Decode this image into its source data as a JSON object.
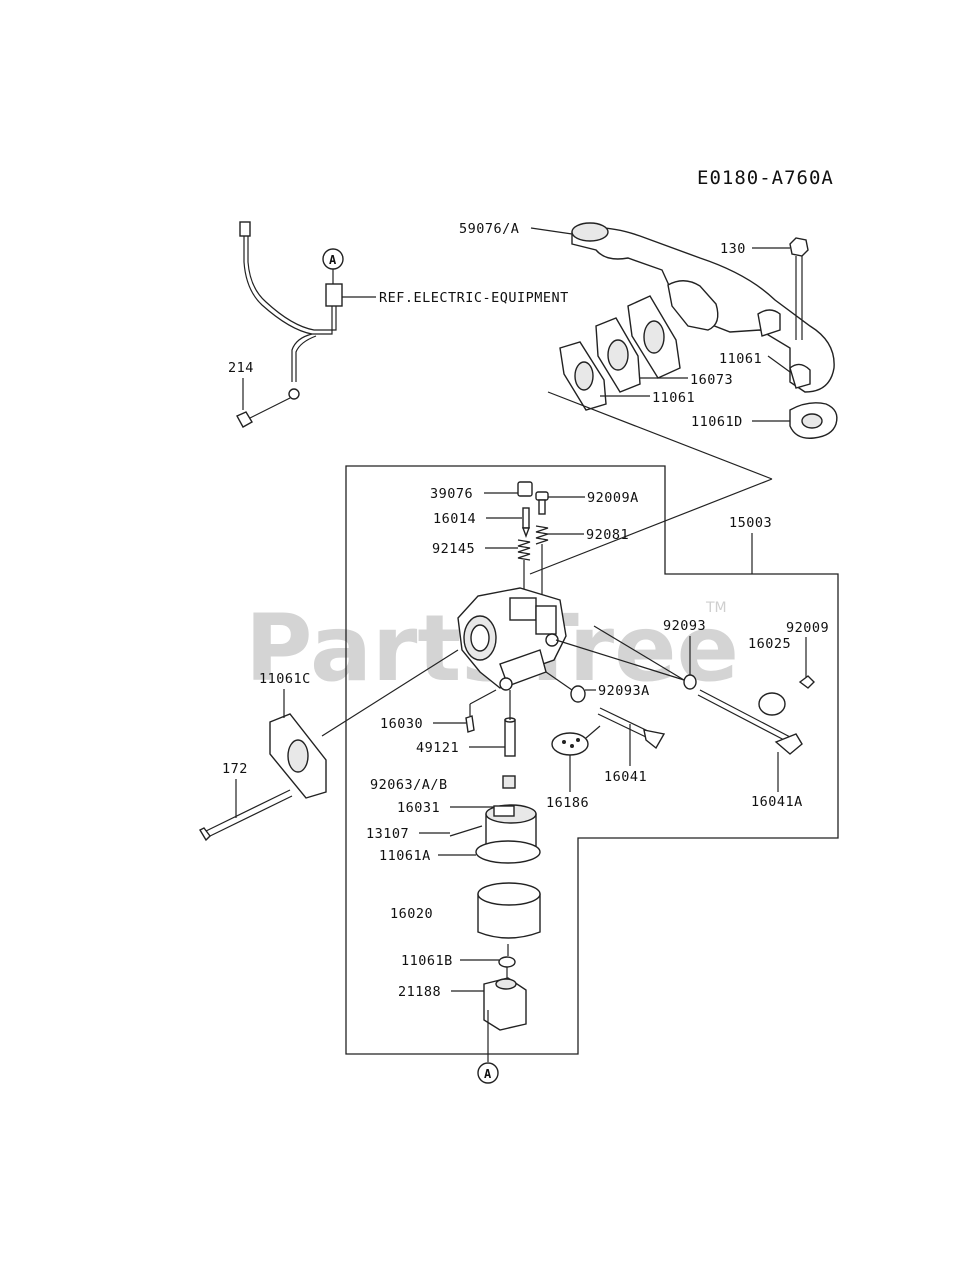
{
  "diagram_code": "E0180-A760A",
  "watermark": {
    "text": "PartsTree",
    "tm": "TM"
  },
  "reference": {
    "marker": "A",
    "note": "REF.ELECTRIC-EQUIPMENT"
  },
  "parts": {
    "p59076": "59076/A",
    "p130": "130",
    "p11061_manifold": "11061",
    "p16073": "16073",
    "p11061_gasket": "11061",
    "p11061D": "11061D",
    "p214": "214",
    "p15003": "15003",
    "p39076": "39076",
    "p92009A": "92009A",
    "p16014": "16014",
    "p92081": "92081",
    "p92145": "92145",
    "p92093": "92093",
    "p92009": "92009",
    "p16025": "16025",
    "p11061C": "11061C",
    "p16030": "16030",
    "p92093A": "92093A",
    "p49121": "49121",
    "p172": "172",
    "p92063": "92063/A/B",
    "p16041": "16041",
    "p16186": "16186",
    "p16041A": "16041A",
    "p16031": "16031",
    "p13107": "13107",
    "p11061A": "11061A",
    "p16020": "16020",
    "p11061B": "11061B",
    "p21188": "21188"
  }
}
